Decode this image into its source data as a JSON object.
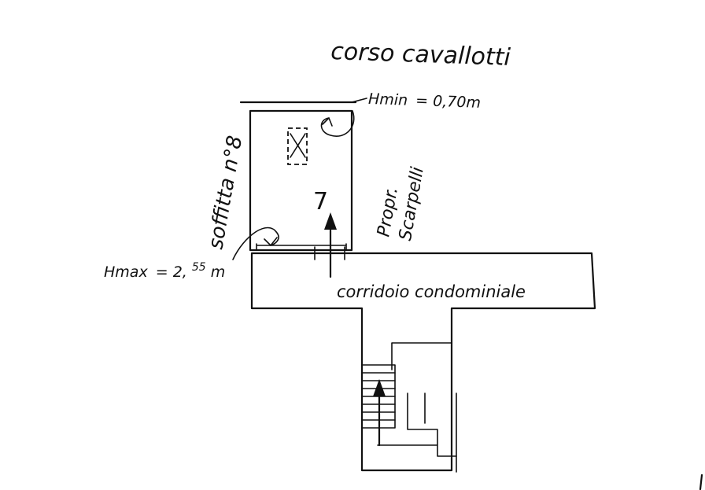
{
  "street_name": "corso cavallotti",
  "corridor_label": "corridoio condominiale",
  "attic_label": "soffitta n°8",
  "room_number": "7",
  "neighbor_label_line1": "Propr.",
  "neighbor_label_line2": "Scarpelli",
  "height_min": {
    "prefix": "Hmin",
    "value": "= 0,70m"
  },
  "height_max": {
    "prefix": "Hmax",
    "value": "= 2,",
    "superscript": "55",
    "unit": "m"
  },
  "colors": {
    "ink": "#111111",
    "paper": "#ffffff"
  },
  "icons": {
    "arrow": "filled-triangle-arrow",
    "skylight": "dashed-square-with-cross"
  }
}
